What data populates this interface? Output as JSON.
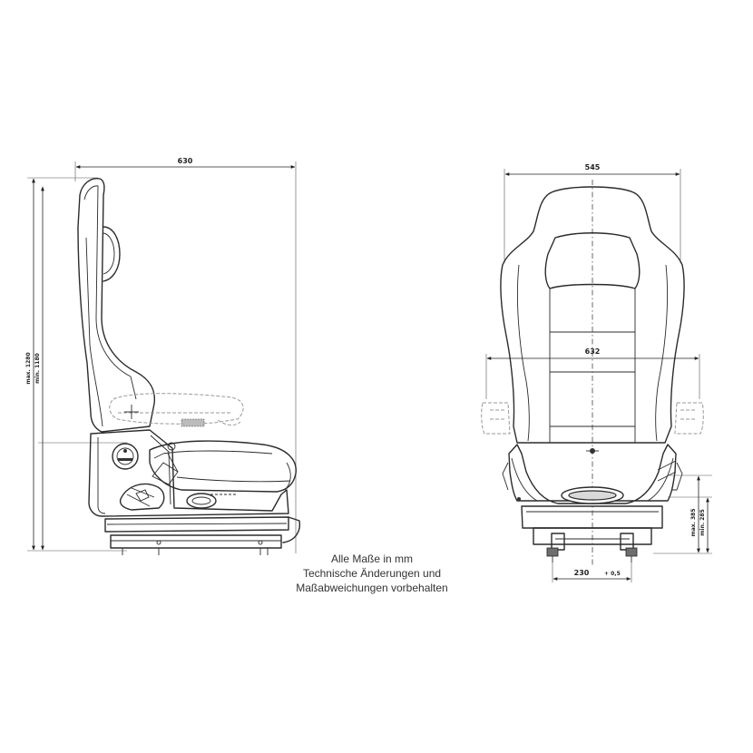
{
  "side_view": {
    "width_label": "630",
    "height_max_label": "max. 1280",
    "height_min_label": "min. 1180"
  },
  "front_view": {
    "width_top_label": "545",
    "width_armrest_label": "632",
    "base_width_label": "230",
    "base_tolerance_label": "+ 0,5",
    "height_max_label": "max. 385",
    "height_min_label": "min. 285"
  },
  "notes": {
    "line1": "Alle Maße in mm",
    "line2": "Technische Änderungen und",
    "line3": "Maßabweichungen vorbehalten"
  }
}
